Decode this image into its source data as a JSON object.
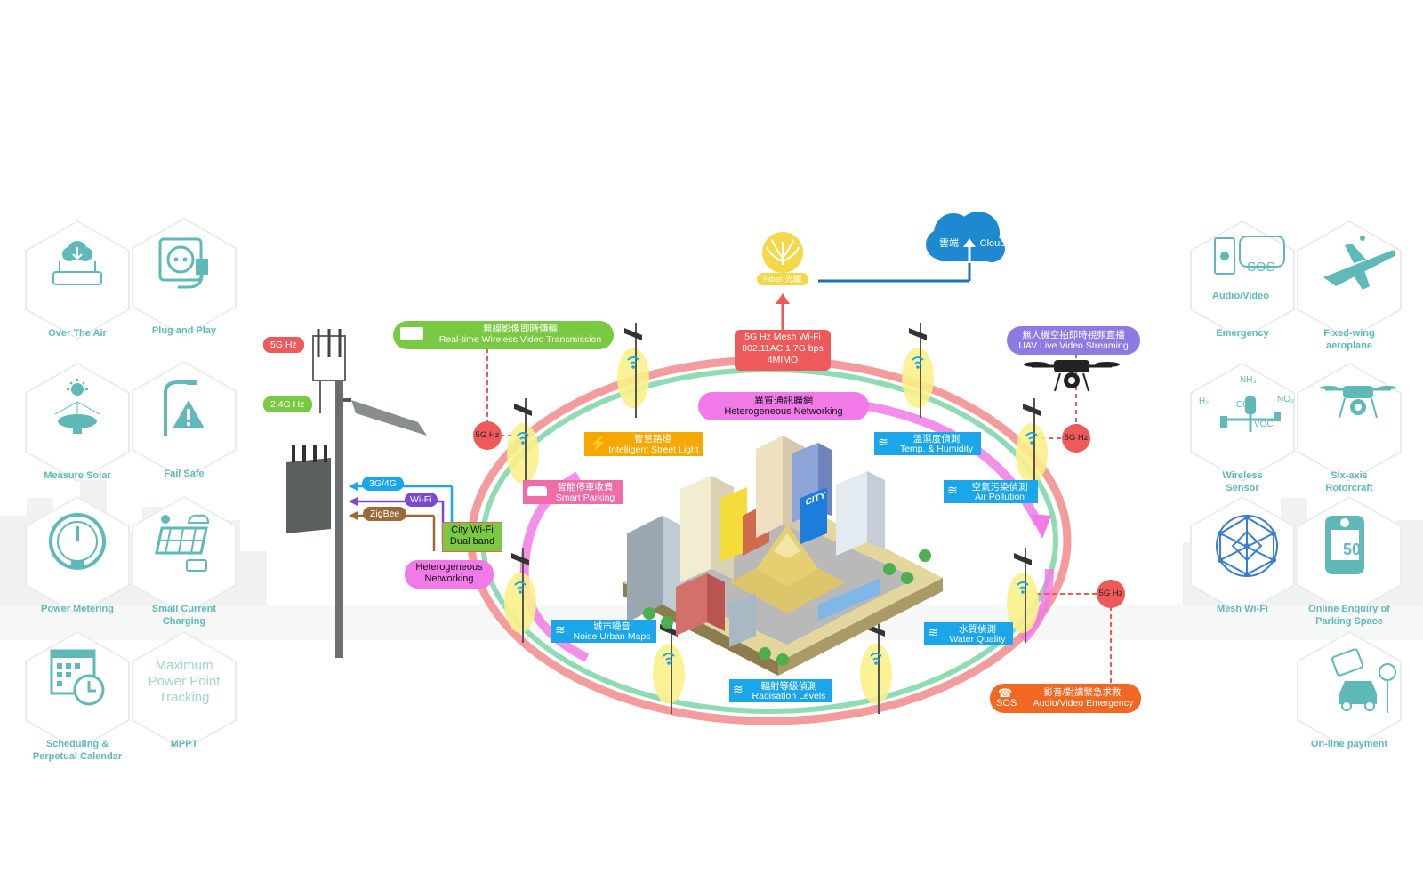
{
  "left_features": [
    {
      "id": "ota",
      "label": "Over The Air",
      "icon": "router-download-icon"
    },
    {
      "id": "plug",
      "label": "Plug and Play",
      "icon": "plug-socket-icon"
    },
    {
      "id": "solar",
      "label": "Measure Solar",
      "icon": "sun-panel-icon"
    },
    {
      "id": "failsafe",
      "label": "Fail Safe",
      "icon": "warning-lamp-icon"
    },
    {
      "id": "power",
      "label": "Power Metering",
      "icon": "gauge-icon"
    },
    {
      "id": "charging",
      "label": "Small Current\nCharging",
      "icon": "solar-panel-battery-icon"
    },
    {
      "id": "schedule",
      "label": "Scheduling &\nPerpetual Calendar",
      "icon": "calendar-clock-icon"
    },
    {
      "id": "mppt",
      "label": "MPPT",
      "big_text": "Maximum\nPower Point\nTracking",
      "icon": "text-only"
    }
  ],
  "right_features": [
    {
      "id": "emergency",
      "label": "Emergency",
      "sublabel": "Audio/Video",
      "sos": "SOS",
      "icon": "sos-phone-icon"
    },
    {
      "id": "fixedwing",
      "label": "Fixed-wing\naeroplane",
      "icon": "airplane-icon"
    },
    {
      "id": "sensor",
      "label": "Wireless\nSensor",
      "icon": "gas-sensor-icon",
      "gases": [
        "NH₃",
        "NO₂",
        "H₂",
        "CO₂",
        "VOC"
      ]
    },
    {
      "id": "rotor",
      "label": "Six-axis\nRotorcraft",
      "icon": "drone-icon"
    },
    {
      "id": "mesh",
      "label": "Mesh Wi-Fi",
      "icon": "mesh-network-icon"
    },
    {
      "id": "parking",
      "label": "Online Enquiry of\nParking Space",
      "icon": "parking-sign-icon",
      "number": "50"
    },
    {
      "id": "payment",
      "label": "On-line payment",
      "icon": "card-car-parking-icon"
    }
  ],
  "center": {
    "fiber_label": "Fiber 光纖",
    "cloud_cn": "雲端",
    "cloud_en": "Cloud",
    "mesh_box": [
      "5G Hz Mesh Wi-Fi",
      "802.11AC 1.7G bps",
      "4MIMO"
    ],
    "video_cn": "無線影像即時傳輸",
    "video_en": "Real-time Wireless Video Transmission",
    "uav_cn": "無人機空拍即時視頻直播",
    "uav_en": "UAV Live Video Streaming",
    "hetero_cn": "異質通訊聯網",
    "hetero_en": "Heterogeneous Networking",
    "hetero_left": "Heterogeneous\nNetworking",
    "city_wifi": "City Wi-Fi\nDual band",
    "band_5g": "5G Hz",
    "band_24g": "2.4G Hz",
    "radios": [
      "3G/4G",
      "Wi-Fi",
      "ZigBee"
    ],
    "ghz5": "5G Hz",
    "light_cn": "智慧路燈",
    "light_en": "Intelligent Street Light",
    "parking_cn": "智能停車收費",
    "parking_en": "Smart Parking",
    "temp_cn": "溫濕度偵測",
    "temp_en": "Temp. & Humidity",
    "air_cn": "空氣污染偵測",
    "air_en": "Air Pollution",
    "noise_cn": "城市噪音",
    "noise_en": "Noise Urban Maps",
    "water_cn": "水質偵測",
    "water_en": "Water Quality",
    "rad_cn": "輻射等級偵測",
    "rad_en": "Radisation Levels",
    "sos_cn": "影音/對講緊急求救",
    "sos_en": "Audio/Video Emergency",
    "sos_word": "SOS",
    "city_sign": "CITY"
  },
  "colors": {
    "teal": "#5fb9b9",
    "pink_ring": "#f49b9b",
    "green_ring": "#7fd8b0",
    "magenta": "#f063e0",
    "blue_tag": "#1aa6e8",
    "green_tag": "#7ac943",
    "orange_tag": "#f7a800",
    "red": "#ee5a5a",
    "orange_sos": "#f26722",
    "pink_tag": "#f06ca8",
    "cloud": "#1e88d0"
  }
}
